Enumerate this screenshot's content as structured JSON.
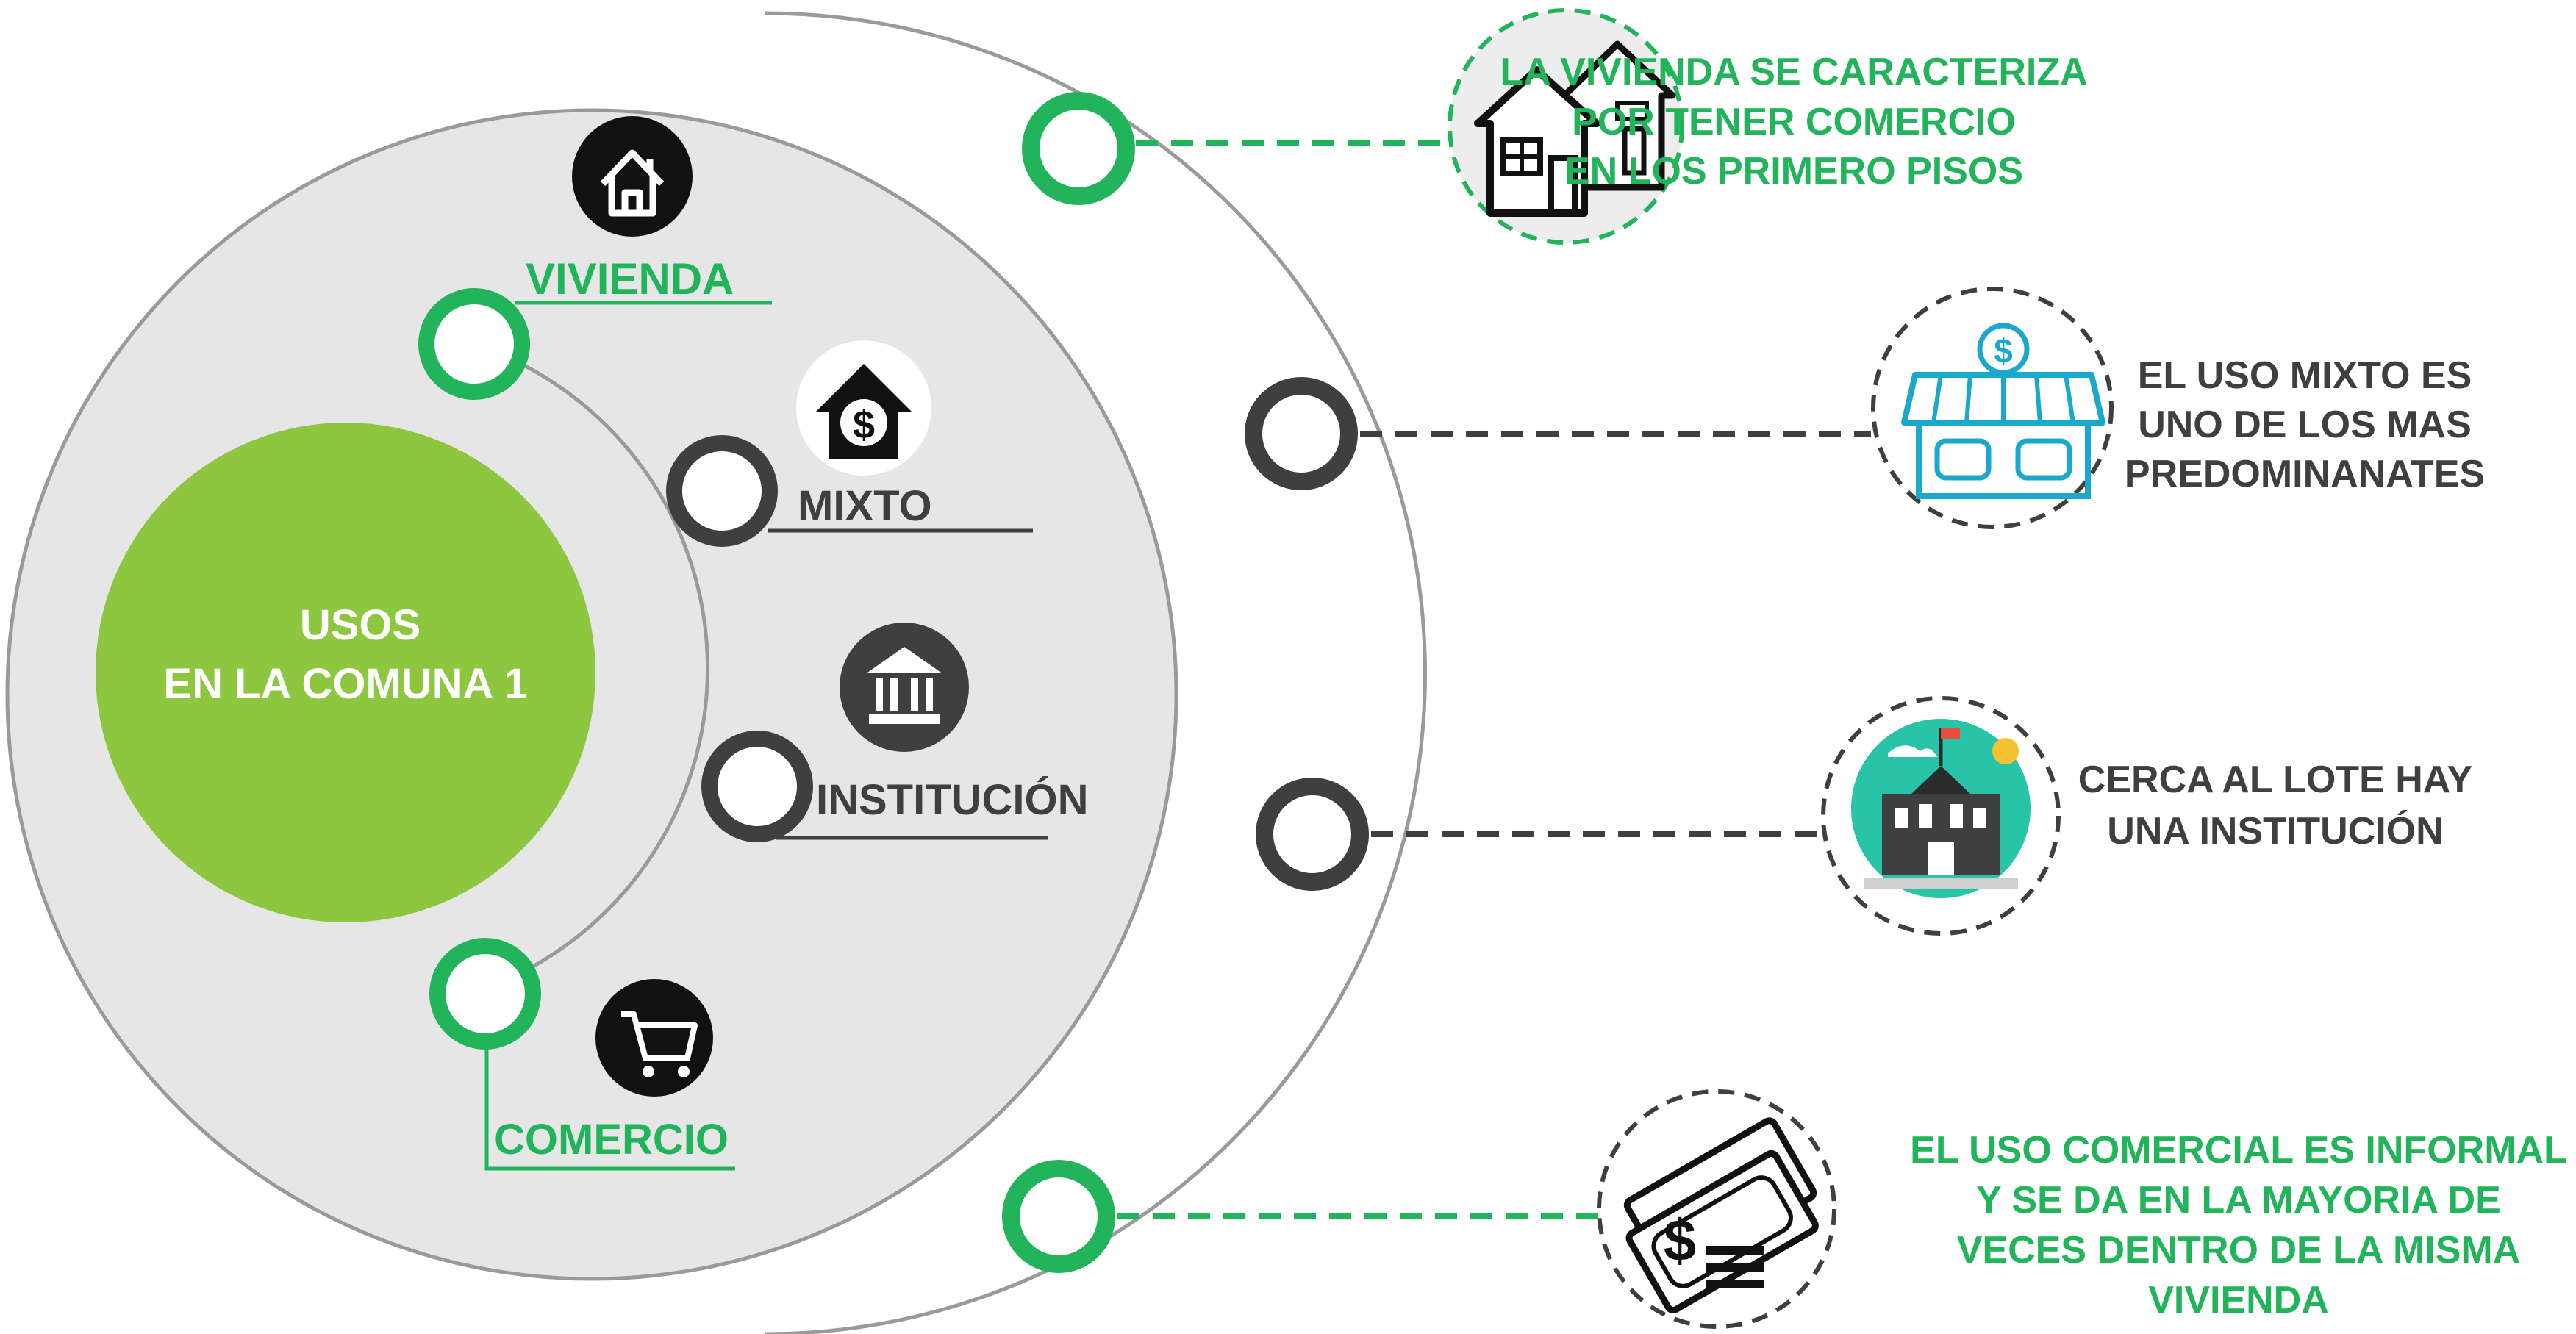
{
  "colors": {
    "green": "#22b45a",
    "lime": "#8dc63f",
    "dark": "#3f3f3f",
    "light_gray": "#e6e6e6",
    "teal": "#1aa9cc",
    "white": "#ffffff"
  },
  "center": {
    "line1": "USOS",
    "line2": "EN LA COMUNA 1"
  },
  "categories": {
    "vivienda": {
      "label": "VIVIENDA",
      "icon": "house-icon"
    },
    "mixto": {
      "label": "MIXTO",
      "icon": "house-dollar-icon"
    },
    "institucion": {
      "label": "INSTITUCIÓN",
      "icon": "bank-icon"
    },
    "comercio": {
      "label": "COMERCIO",
      "icon": "shopping-cart-icon"
    }
  },
  "notes": {
    "vivienda": {
      "icon": "houses-icon",
      "lines": [
        "LA VIVIENDA SE CARACTERIZA",
        "POR TENER COMERCIO",
        "EN LOS PRIMERO PISOS"
      ]
    },
    "mixto": {
      "icon": "storefront-dollar-icon",
      "lines": [
        "EL USO MIXTO ES",
        "UNO DE LOS MAS",
        "PREDOMINANATES"
      ]
    },
    "institucion": {
      "icon": "school-building-icon",
      "lines": [
        "CERCA AL LOTE HAY",
        "UNA INSTITUCIÓN"
      ]
    },
    "comercio": {
      "icon": "money-bills-icon",
      "lines": [
        "EL USO COMERCIAL ES INFORMAL",
        "Y SE DA EN LA MAYORIA DE",
        "VECES DENTRO DE LA MISMA",
        "VIVIENDA"
      ]
    }
  }
}
